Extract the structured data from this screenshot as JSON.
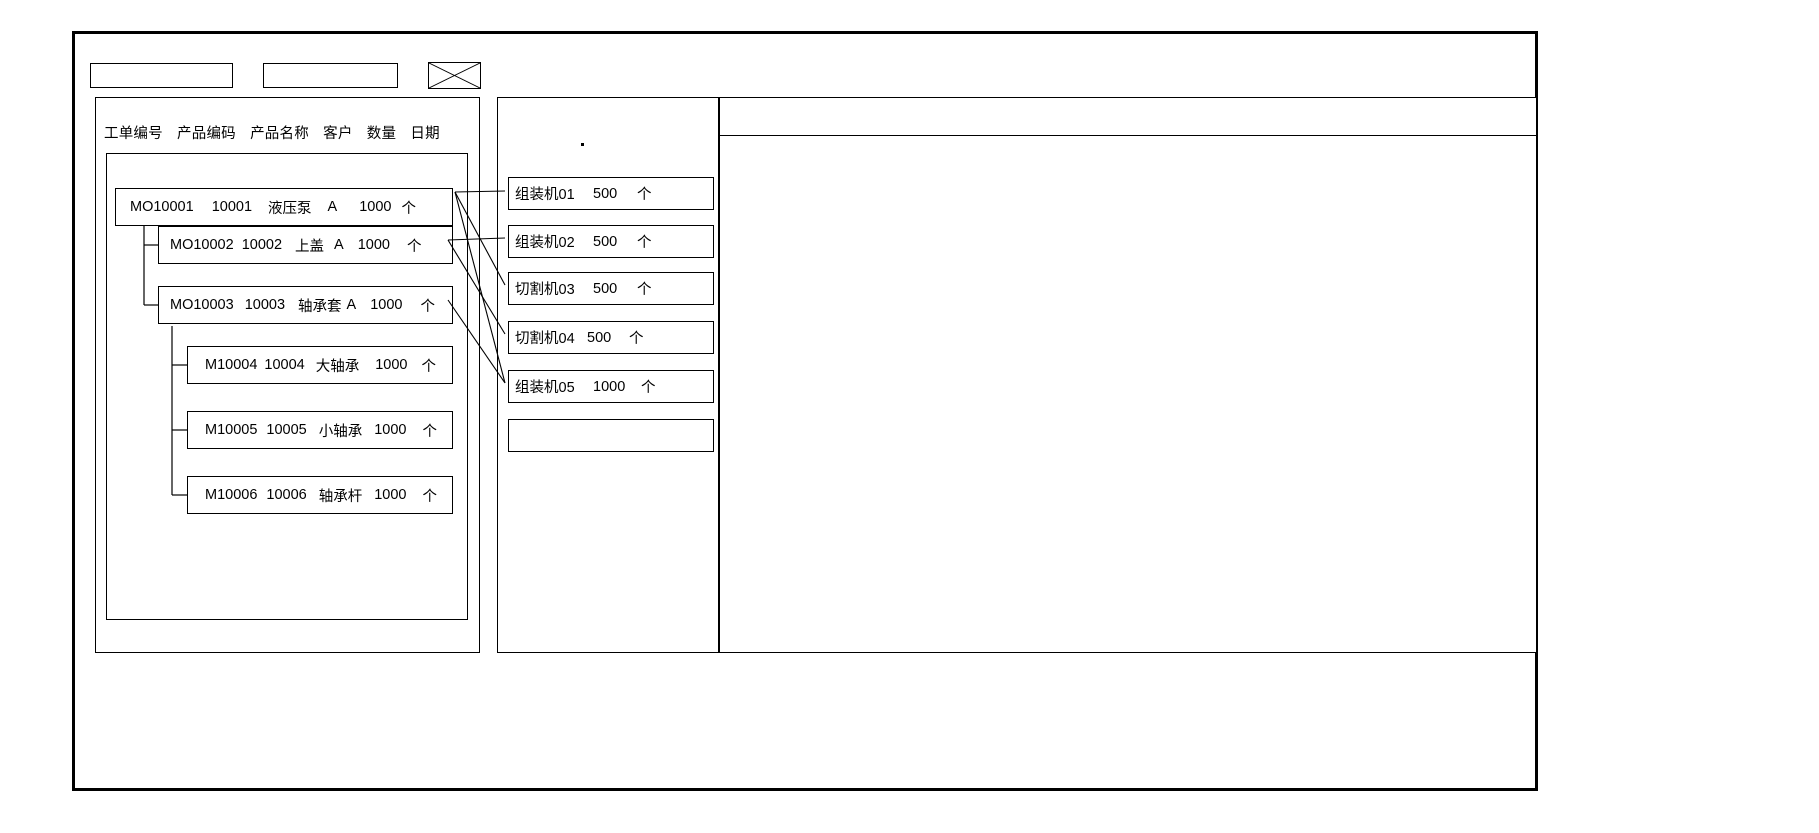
{
  "toolbar": {
    "field1_value": "",
    "field1_placeholder": "",
    "field2_value": "",
    "field2_placeholder": "",
    "close_icon": "x-box-icon"
  },
  "left_panel": {
    "column_headers": [
      "工单编号",
      "产品编码",
      "产品名称",
      "客户",
      "数量",
      "日期"
    ],
    "tree_nodes": [
      {
        "id": "node-1",
        "level": 0,
        "order_no": "MO10001",
        "product_code": "10001",
        "product_name": "液压泵",
        "customer": "A",
        "qty": "1000",
        "unit": "个",
        "date": ""
      },
      {
        "id": "node-2",
        "level": 1,
        "order_no": "MO10002",
        "product_code": "10002",
        "product_name": "上盖",
        "customer": "A",
        "qty": "1000",
        "unit": "个",
        "date": ""
      },
      {
        "id": "node-3",
        "level": 1,
        "order_no": "MO10003",
        "product_code": "10003",
        "product_name": "轴承套",
        "customer": "A",
        "qty": "1000",
        "unit": "个",
        "date": ""
      },
      {
        "id": "node-4",
        "level": 2,
        "order_no": "M10004",
        "product_code": "10004",
        "product_name": "大轴承",
        "customer": "",
        "qty": "1000",
        "unit": "个",
        "date": ""
      },
      {
        "id": "node-5",
        "level": 2,
        "order_no": "M10005",
        "product_code": "10005",
        "product_name": "小轴承",
        "customer": "",
        "qty": "1000",
        "unit": "个",
        "date": ""
      },
      {
        "id": "node-6",
        "level": 2,
        "order_no": "M10006",
        "product_code": "10006",
        "product_name": "轴承杆",
        "customer": "",
        "qty": "1000",
        "unit": "个",
        "date": ""
      }
    ]
  },
  "mid_panel": {
    "machines": [
      {
        "id": "mach-1",
        "name": "组装机01",
        "qty": "500",
        "unit": "个"
      },
      {
        "id": "mach-2",
        "name": "组装机02",
        "qty": "500",
        "unit": "个"
      },
      {
        "id": "mach-3",
        "name": "切割机03",
        "qty": "500",
        "unit": "个"
      },
      {
        "id": "mach-4",
        "name": "切割机04",
        "qty": "500",
        "unit": "个"
      },
      {
        "id": "mach-5",
        "name": "组装机05",
        "qty": "1000",
        "unit": "个"
      },
      {
        "id": "mach-6",
        "name": "",
        "qty": "",
        "unit": ""
      }
    ]
  },
  "right_panel": {
    "header_text": "",
    "body_text": ""
  },
  "colors": {
    "line": "#000000",
    "background": "#ffffff"
  }
}
